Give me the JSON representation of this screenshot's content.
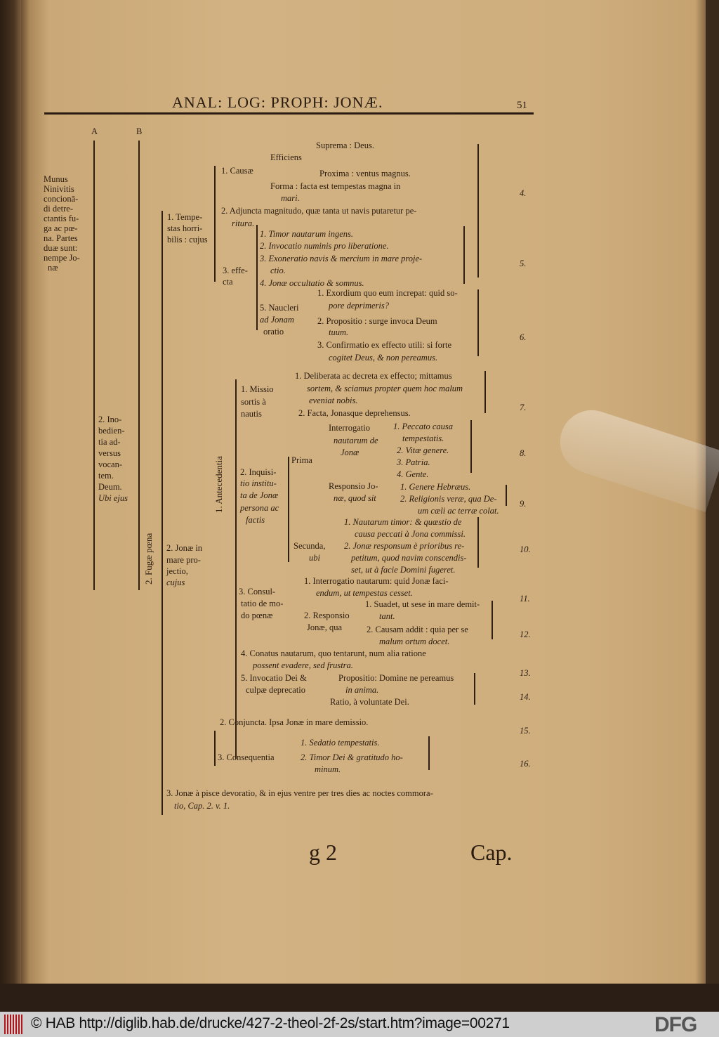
{
  "header": {
    "running_title": "ANAL: LOG: PROPH: JONÆ.",
    "page_number": "51",
    "col_a": "A",
    "col_b": "B"
  },
  "lines": [
    "Munus",
    "Ninivitis",
    "concionā-",
    "di detre-",
    "ctantis fu-",
    "ga ac pœ-",
    "na. Partes",
    "duæ sunt:",
    "nempe Jo-",
    "næ",
    "Suprema : Deus.",
    "Efficiens",
    "1. Causæ",
    "Proxima : ventus magnus.",
    "Forma : facta est tempestas magna in",
    "mari.",
    "2.  Adjuncta magnitudo, quæ tanta ut navis putaretur pe-",
    "ritura.",
    "1. Tempe-",
    "stas horri-",
    "bilis : cujus",
    "1.   Timor nautarum ingens.",
    "2.   Invocatio numinis pro liberatione.",
    "3.   Exoneratio navis & mercium in mare proje-",
    "ctio.",
    "4.   Jonæ occultatio & somnus.",
    "3. effe-",
    "cta",
    "1. Exordium quo eum increpat: quid so-",
    "pore deprimeris?",
    "5. Naucleri",
    "ad Jonam",
    "oratio",
    "2.   Propositio : surge invoca Deum",
    "tuum.",
    "3. Confirmatio ex effecto utili: si forte",
    "cogitet Deus, & non pereamus.",
    "1. Deliberata ac decreta ex effecto; mittamus",
    "sortem, & sciamus propter quem hoc malum",
    "eveniat nobis.",
    "2.   Facta, Jonasque deprehensus.",
    "1. Missio",
    "sortis à",
    "nautis",
    "1.   Peccato causa",
    "tempestatis.",
    "2. Vitæ genere.",
    "3. Patria.",
    "4. Gente.",
    "Interrogatio",
    "nautarum de",
    "Jonæ",
    "Prima",
    "Responsio Jo-",
    "næ, quod sit",
    "1. Genere Hebræus.",
    "2. Religionis veræ, qua De-",
    "um cæli ac terræ colat.",
    "2. Inquisi-",
    "tio institu-",
    "ta de Jonæ",
    "persona ac",
    "factis",
    "1. Nautarum timor: & quæstio de",
    "causa peccati à Jona commissi.",
    "Secunda,",
    "ubi",
    "2. Jonæ responsum è prioribus re-",
    "petitum, quod navim conscendis-",
    "set, ut à facie Domini fugeret.",
    "2. Jonæ in",
    "mare pro-",
    "jectio,",
    "cujus",
    "2. Ino-",
    "bedien-",
    "tia ad-",
    "versus",
    "vocan-",
    "tem.",
    "Deum.",
    "Ubi ejus",
    "3.  Consul-",
    "tatio de mo-",
    "do pœnæ",
    "1. Interrogatio nautarum: quid Jonæ faci-",
    "endum, ut tempestas cesset.",
    "2. Responsio",
    "Jonæ, qua",
    "1. Suadet, ut sese in mare demit-",
    "tant.",
    "2. Causam addit : quia per se",
    "malum ortum docet.",
    "4.   Conatus nautarum, quo tentarunt, num alia ratione",
    "possent evadere, sed frustra.",
    "5. Invocatio Dei &",
    "culpæ deprecatio",
    "Propositio:   Domine ne pereamus",
    "in anima.",
    "Ratio, à voluntate Dei.",
    "2.   Conjuncta.  Ipsa Jonæ in mare demissio.",
    "1.   Sedatio tempestatis.",
    "3. Consequentia",
    "2.   Timor Dei & gratitudo ho-",
    "minum.",
    "3.  Jonæ à pisce devoratio, & in ejus ventre per tres dies ac noctes commora-",
    "tio, Cap. 2. v. 1."
  ],
  "vertical_labels": {
    "antecedentia": "1.  Antecedentia",
    "fugae_poena": "2. Fugæ pœna"
  },
  "margin_numbers": [
    "4.",
    "5.",
    "6.",
    "7.",
    "8.",
    "9.",
    "10.",
    "11.",
    "12.",
    "13.",
    "14.",
    "15.",
    "16."
  ],
  "footer_print": {
    "signature": "g 2",
    "catchword": "Cap."
  },
  "viewer_footer": {
    "copyright_url": "© HAB http://diglib.hab.de/drucke/427-2-theol-2f-2s/start.htm?image=00271",
    "logo": "DFG"
  },
  "colors": {
    "paper": "#cfae7e",
    "ink": "#2a1c10",
    "footer_bar": "#cfcfcf"
  }
}
